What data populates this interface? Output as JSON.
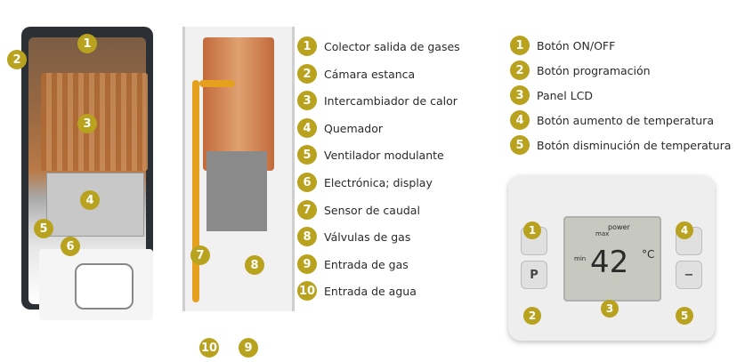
{
  "heater_labels": [
    "1",
    "2",
    "3",
    "4",
    "5",
    "6"
  ],
  "cutaway_labels": [
    "7",
    "8",
    "10",
    "9"
  ],
  "legend_left": [
    {
      "num": "1",
      "label": "Colector salida de gases"
    },
    {
      "num": "2",
      "label": "Cámara estanca"
    },
    {
      "num": "3",
      "label": "Intercambiador de calor"
    },
    {
      "num": "4",
      "label": "Quemador"
    },
    {
      "num": "5",
      "label": "Ventilador modulante"
    },
    {
      "num": "6",
      "label": "Electrónica; display"
    },
    {
      "num": "7",
      "label": "Sensor de caudal"
    },
    {
      "num": "8",
      "label": "Válvulas de gas"
    },
    {
      "num": "9",
      "label": "Entrada de gas"
    },
    {
      "num": "10",
      "label": "Entrada de agua"
    }
  ],
  "legend_right": [
    {
      "num": "1",
      "label": "Botón ON/OFF"
    },
    {
      "num": "2",
      "label": "Botón programación"
    },
    {
      "num": "3",
      "label": "Panel LCD"
    },
    {
      "num": "4",
      "label": "Botón aumento de temperatura"
    },
    {
      "num": "5",
      "label": "Botón disminución de temperatura"
    }
  ],
  "thermostat": {
    "temperature": "42",
    "unit": "°C",
    "power_text": "power",
    "max_text": "max",
    "min_text": "min",
    "program_button": "P",
    "minus_button": "−",
    "labels": [
      "1",
      "4",
      "2",
      "3",
      "5"
    ]
  },
  "colors": {
    "badge": "#b8a21e"
  }
}
